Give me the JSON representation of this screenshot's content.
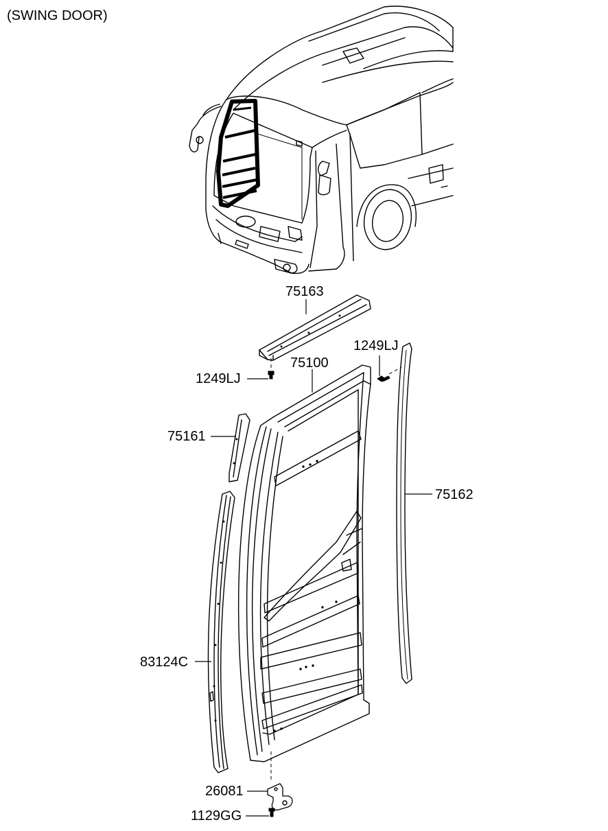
{
  "diagram": {
    "caption": "(SWING DOOR)",
    "part_labels": {
      "p75163": "75163",
      "p1249LJ_left": "1249LJ",
      "p1249LJ_right": "1249LJ",
      "p75100": "75100",
      "p75161": "75161",
      "p75162": "75162",
      "p83124C": "83124C",
      "p26081": "26081",
      "p1129GG": "1129GG"
    }
  }
}
